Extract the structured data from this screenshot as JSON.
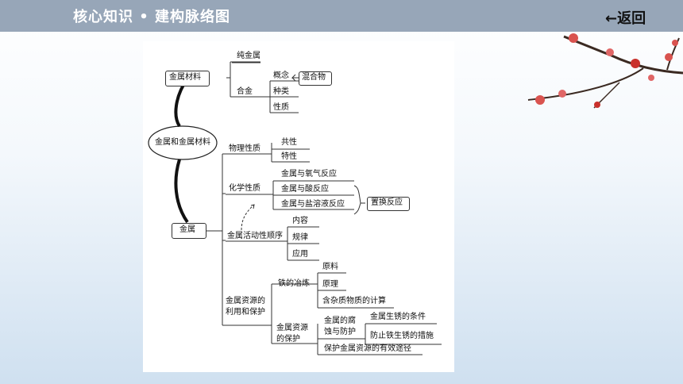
{
  "header": {
    "title": "核心知识 • 建构脉络图",
    "back_label": "←返回"
  },
  "diagram": {
    "center": "金属和金属材料",
    "materials": {
      "label": "金属材料",
      "pure": "纯金属",
      "alloy": "合金",
      "concept": "概念",
      "mixture": "混合物",
      "types": "种类",
      "properties": "性质"
    },
    "metal": {
      "label": "金属",
      "physical": {
        "label": "物理性质",
        "common": "共性",
        "special": "特性"
      },
      "chemical": {
        "label": "化学性质",
        "oxygen": "金属与氧气反应",
        "acid": "金属与酸反应",
        "salt": "金属与盐溶液反应",
        "replacement": "置换反应"
      },
      "activity": {
        "label": "金属活动性顺序",
        "content": "内容",
        "rule": "规律",
        "application": "应用"
      },
      "resources": {
        "label_line1": "金属资源的",
        "label_line2": "利用和保护",
        "smelting": {
          "label": "铁的冶炼",
          "raw": "原料",
          "principle": "原理",
          "calc": "含杂质物质的计算"
        },
        "protection": {
          "label_line1": "金属资源",
          "label_line2": "的保护",
          "corrosion_line1": "金属的腐",
          "corrosion_line2": "蚀与防护",
          "rust_conditions": "金属生锈的条件",
          "rust_prevention": "防止铁生锈的措施",
          "effective_ways": "保护金属资源的有效途径"
        }
      }
    }
  }
}
